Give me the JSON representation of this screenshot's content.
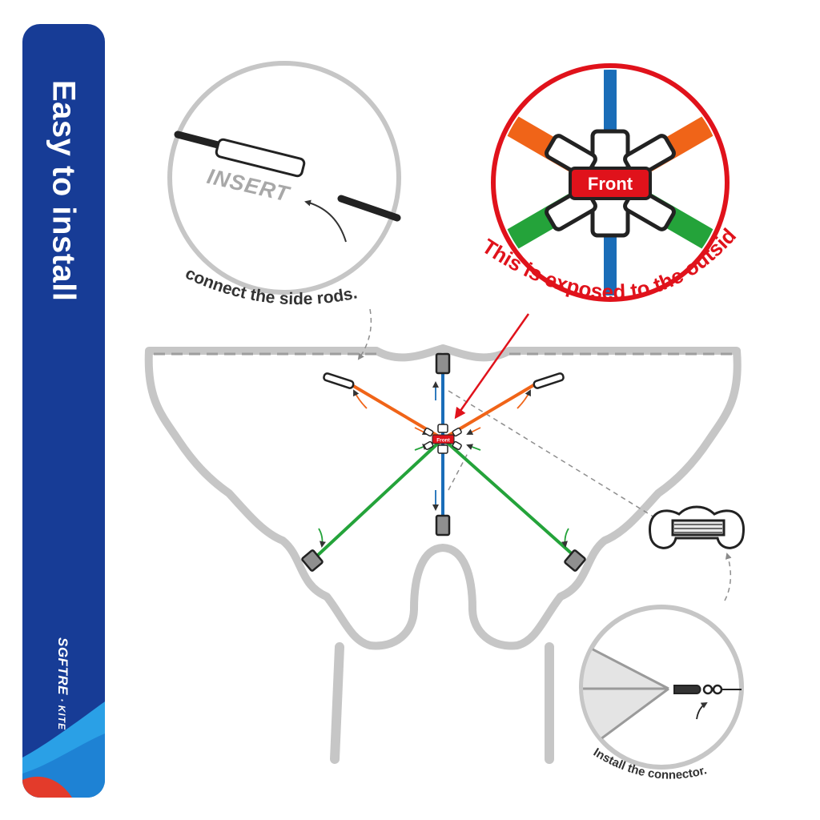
{
  "sidebar": {
    "title": "Easy to install",
    "brand_name": "SGFTRE",
    "brand_sep": "·",
    "brand_kite": "KITE"
  },
  "callouts": {
    "insert": "INSERT",
    "connect": "connect the side rods.",
    "front": "Front",
    "exposed": "This is exposed to the outside!",
    "install": "Install the connector."
  },
  "small_front": "Front",
  "colors": {
    "sidebar": "#173c96",
    "red": "#e0121b",
    "orange": "#f06418",
    "green": "#24a33a",
    "blue": "#1a6db8",
    "outline": "#c6c6c6"
  }
}
